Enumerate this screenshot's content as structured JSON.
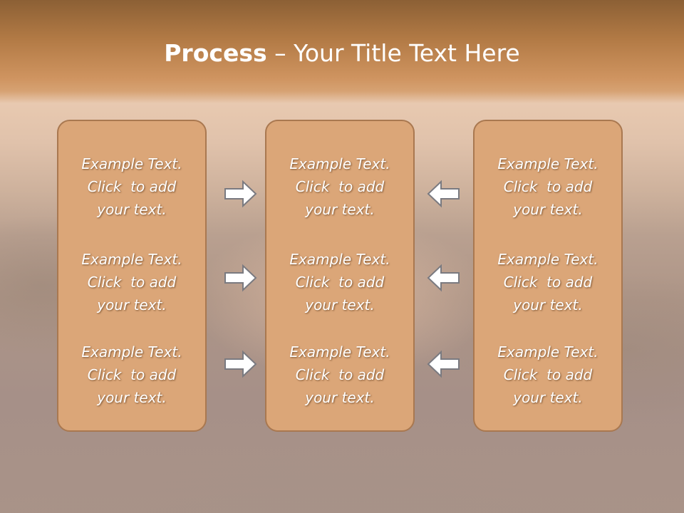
{
  "slide": {
    "title_bold": "Process",
    "title_rest": " – Your Title Text Here"
  },
  "panels": [
    {
      "items": [
        {
          "line1": "Example Text.",
          "line2": "Click  to add",
          "line3": "your text."
        },
        {
          "line1": "Example Text.",
          "line2": "Click  to add",
          "line3": "your text."
        },
        {
          "line1": "Example Text.",
          "line2": "Click  to add",
          "line3": "your text."
        }
      ]
    },
    {
      "items": [
        {
          "line1": "Example Text.",
          "line2": "Click  to add",
          "line3": "your text."
        },
        {
          "line1": "Example Text.",
          "line2": "Click  to add",
          "line3": "your text."
        },
        {
          "line1": "Example Text.",
          "line2": "Click  to add",
          "line3": "your text."
        }
      ]
    },
    {
      "items": [
        {
          "line1": "Example Text.",
          "line2": "Click  to add",
          "line3": "your text."
        },
        {
          "line1": "Example Text.",
          "line2": "Click  to add",
          "line3": "your text."
        },
        {
          "line1": "Example Text.",
          "line2": "Click  to add",
          "line3": "your text."
        }
      ]
    }
  ],
  "arrows": {
    "left_column": "arrow-right-icon",
    "right_column": "arrow-left-icon"
  },
  "colors": {
    "panel_fill": "#dba678",
    "panel_border": "#a97850",
    "arrow_fill": "#ffffff",
    "arrow_stroke": "#7a7a80"
  }
}
